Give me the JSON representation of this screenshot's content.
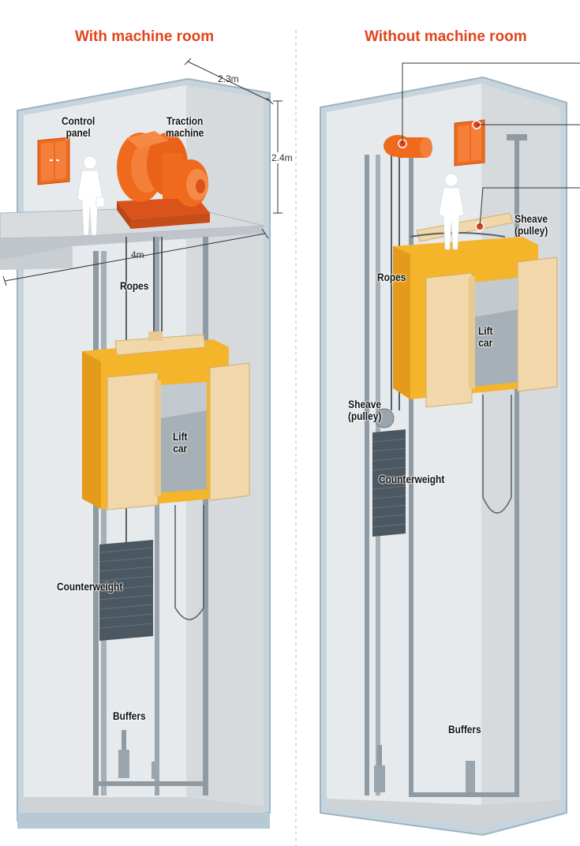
{
  "titles": {
    "left": "With machine room",
    "right": "Without machine room"
  },
  "left": {
    "control_panel": "Control panel",
    "control_panel_l1": "Control",
    "control_panel_l2": "panel",
    "traction_l1": "Traction",
    "traction_l2": "machine",
    "ropes": "Ropes",
    "lift_l1": "Lift",
    "lift_l2": "car",
    "counterweight": "Counterweight",
    "buffers": "Buffers",
    "dim_width": "2.3m",
    "dim_height": "2.4m",
    "dim_length": "4m"
  },
  "right": {
    "sheave_l1": "Sheave",
    "sheave_l2": "(pulley)",
    "ropes": "Ropes",
    "lift_l1": "Lift",
    "lift_l2": "car",
    "sheave2_l1": "Sheave",
    "sheave2_l2": "(pulley)",
    "counterweight": "Counterweight",
    "buffers": "Buffers"
  },
  "colors": {
    "accent": "#e0451c",
    "shaft": "#dde1e4",
    "shaft_edge": "#9fb3c2",
    "car_yellow": "#f5b52a",
    "door_beige": "#f1d7a9",
    "machine_orange": "#f06a1e",
    "rail": "#8f9aa3",
    "counterweight": "#4b5861"
  }
}
